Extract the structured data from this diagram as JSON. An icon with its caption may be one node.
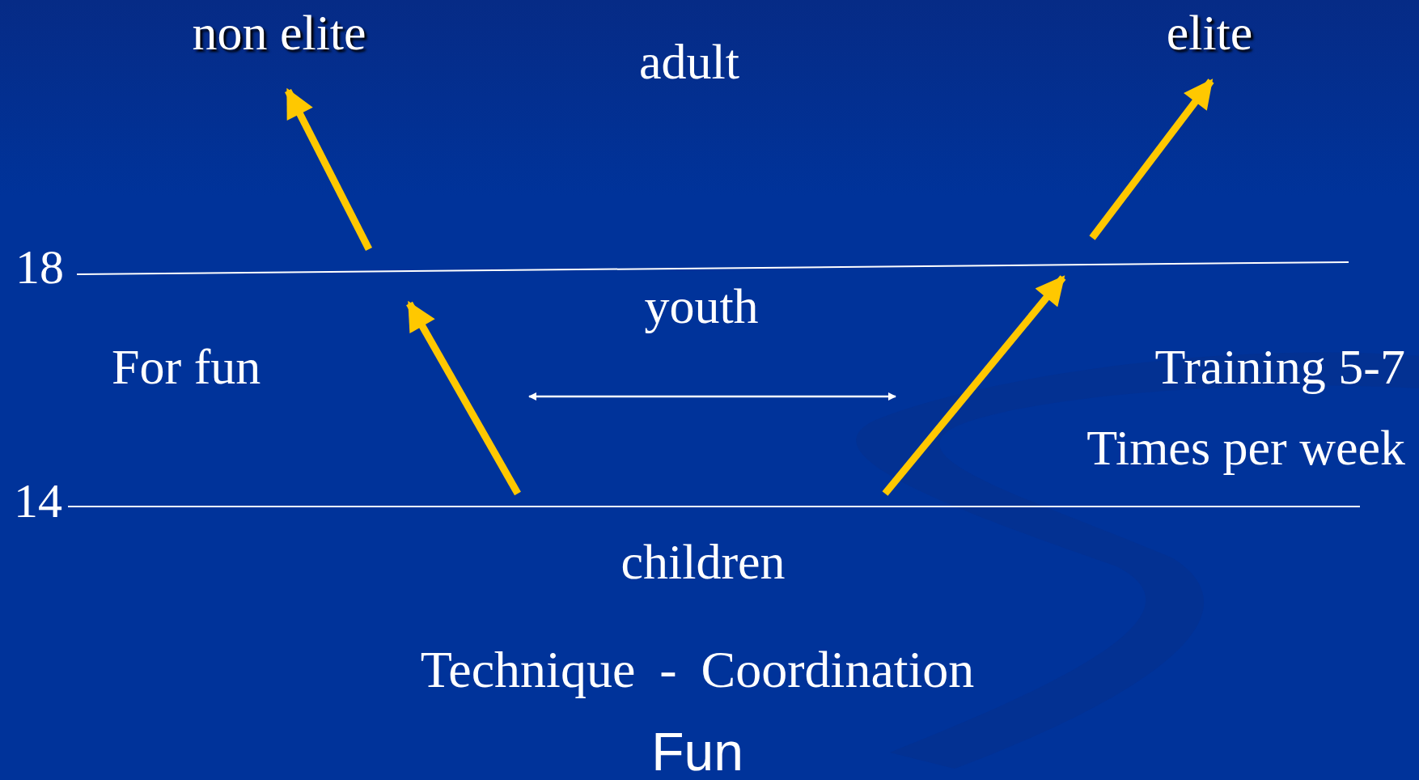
{
  "diagram": {
    "nodes": [
      {
        "text": [
          "non elite"
        ]
      },
      {
        "text": [
          "elite"
        ]
      },
      {
        "text": [
          "For fun"
        ]
      },
      {
        "text": [
          "Training 5-7 Times per week"
        ]
      }
    ],
    "edges": [
      {
        "from": null,
        "to": 0,
        "arrow": "to",
        "color": "#ffc800"
      },
      {
        "from": null,
        "to": 1,
        "arrow": "to",
        "color": "#ffc800"
      }
    ],
    "labels": [
      "adult",
      "18",
      "youth",
      "14",
      "children",
      "Technique - Coordination",
      "Fun"
    ]
  }
}
